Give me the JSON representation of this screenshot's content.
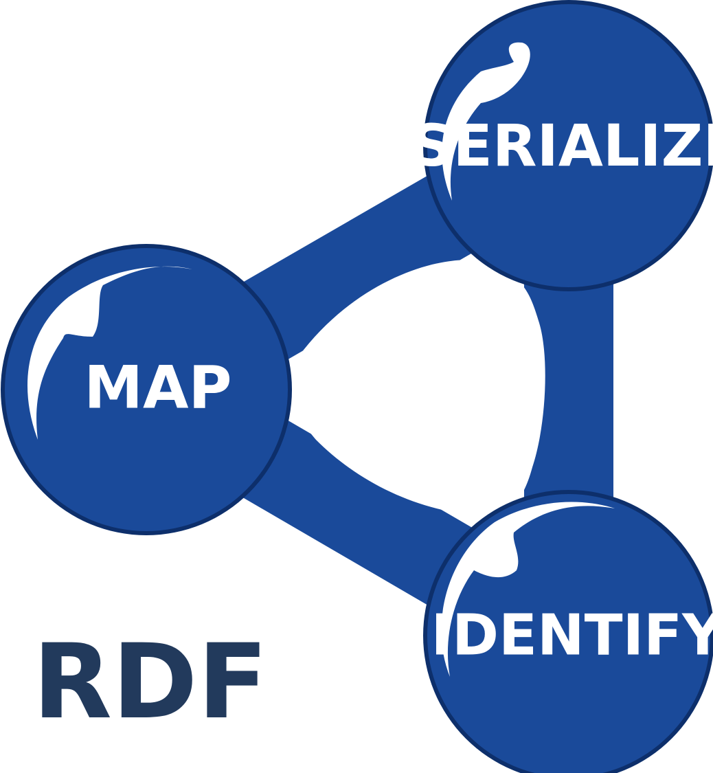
{
  "diagram": {
    "nodes": [
      {
        "id": "map",
        "label": "MAP"
      },
      {
        "id": "serialize",
        "label": "SERIALIZE"
      },
      {
        "id": "identify",
        "label": "IDENTIFY"
      }
    ],
    "edges": [
      {
        "from": "map",
        "to": "serialize"
      },
      {
        "from": "serialize",
        "to": "identify"
      },
      {
        "from": "identify",
        "to": "map"
      }
    ]
  },
  "headline": {
    "text": "g RDF"
  },
  "colors": {
    "node_fill": "#1a4a9a",
    "node_outline": "#0d2f6b",
    "label_text": "#ffffff",
    "headline_text": "#223a5c",
    "background": "#ffffff"
  }
}
